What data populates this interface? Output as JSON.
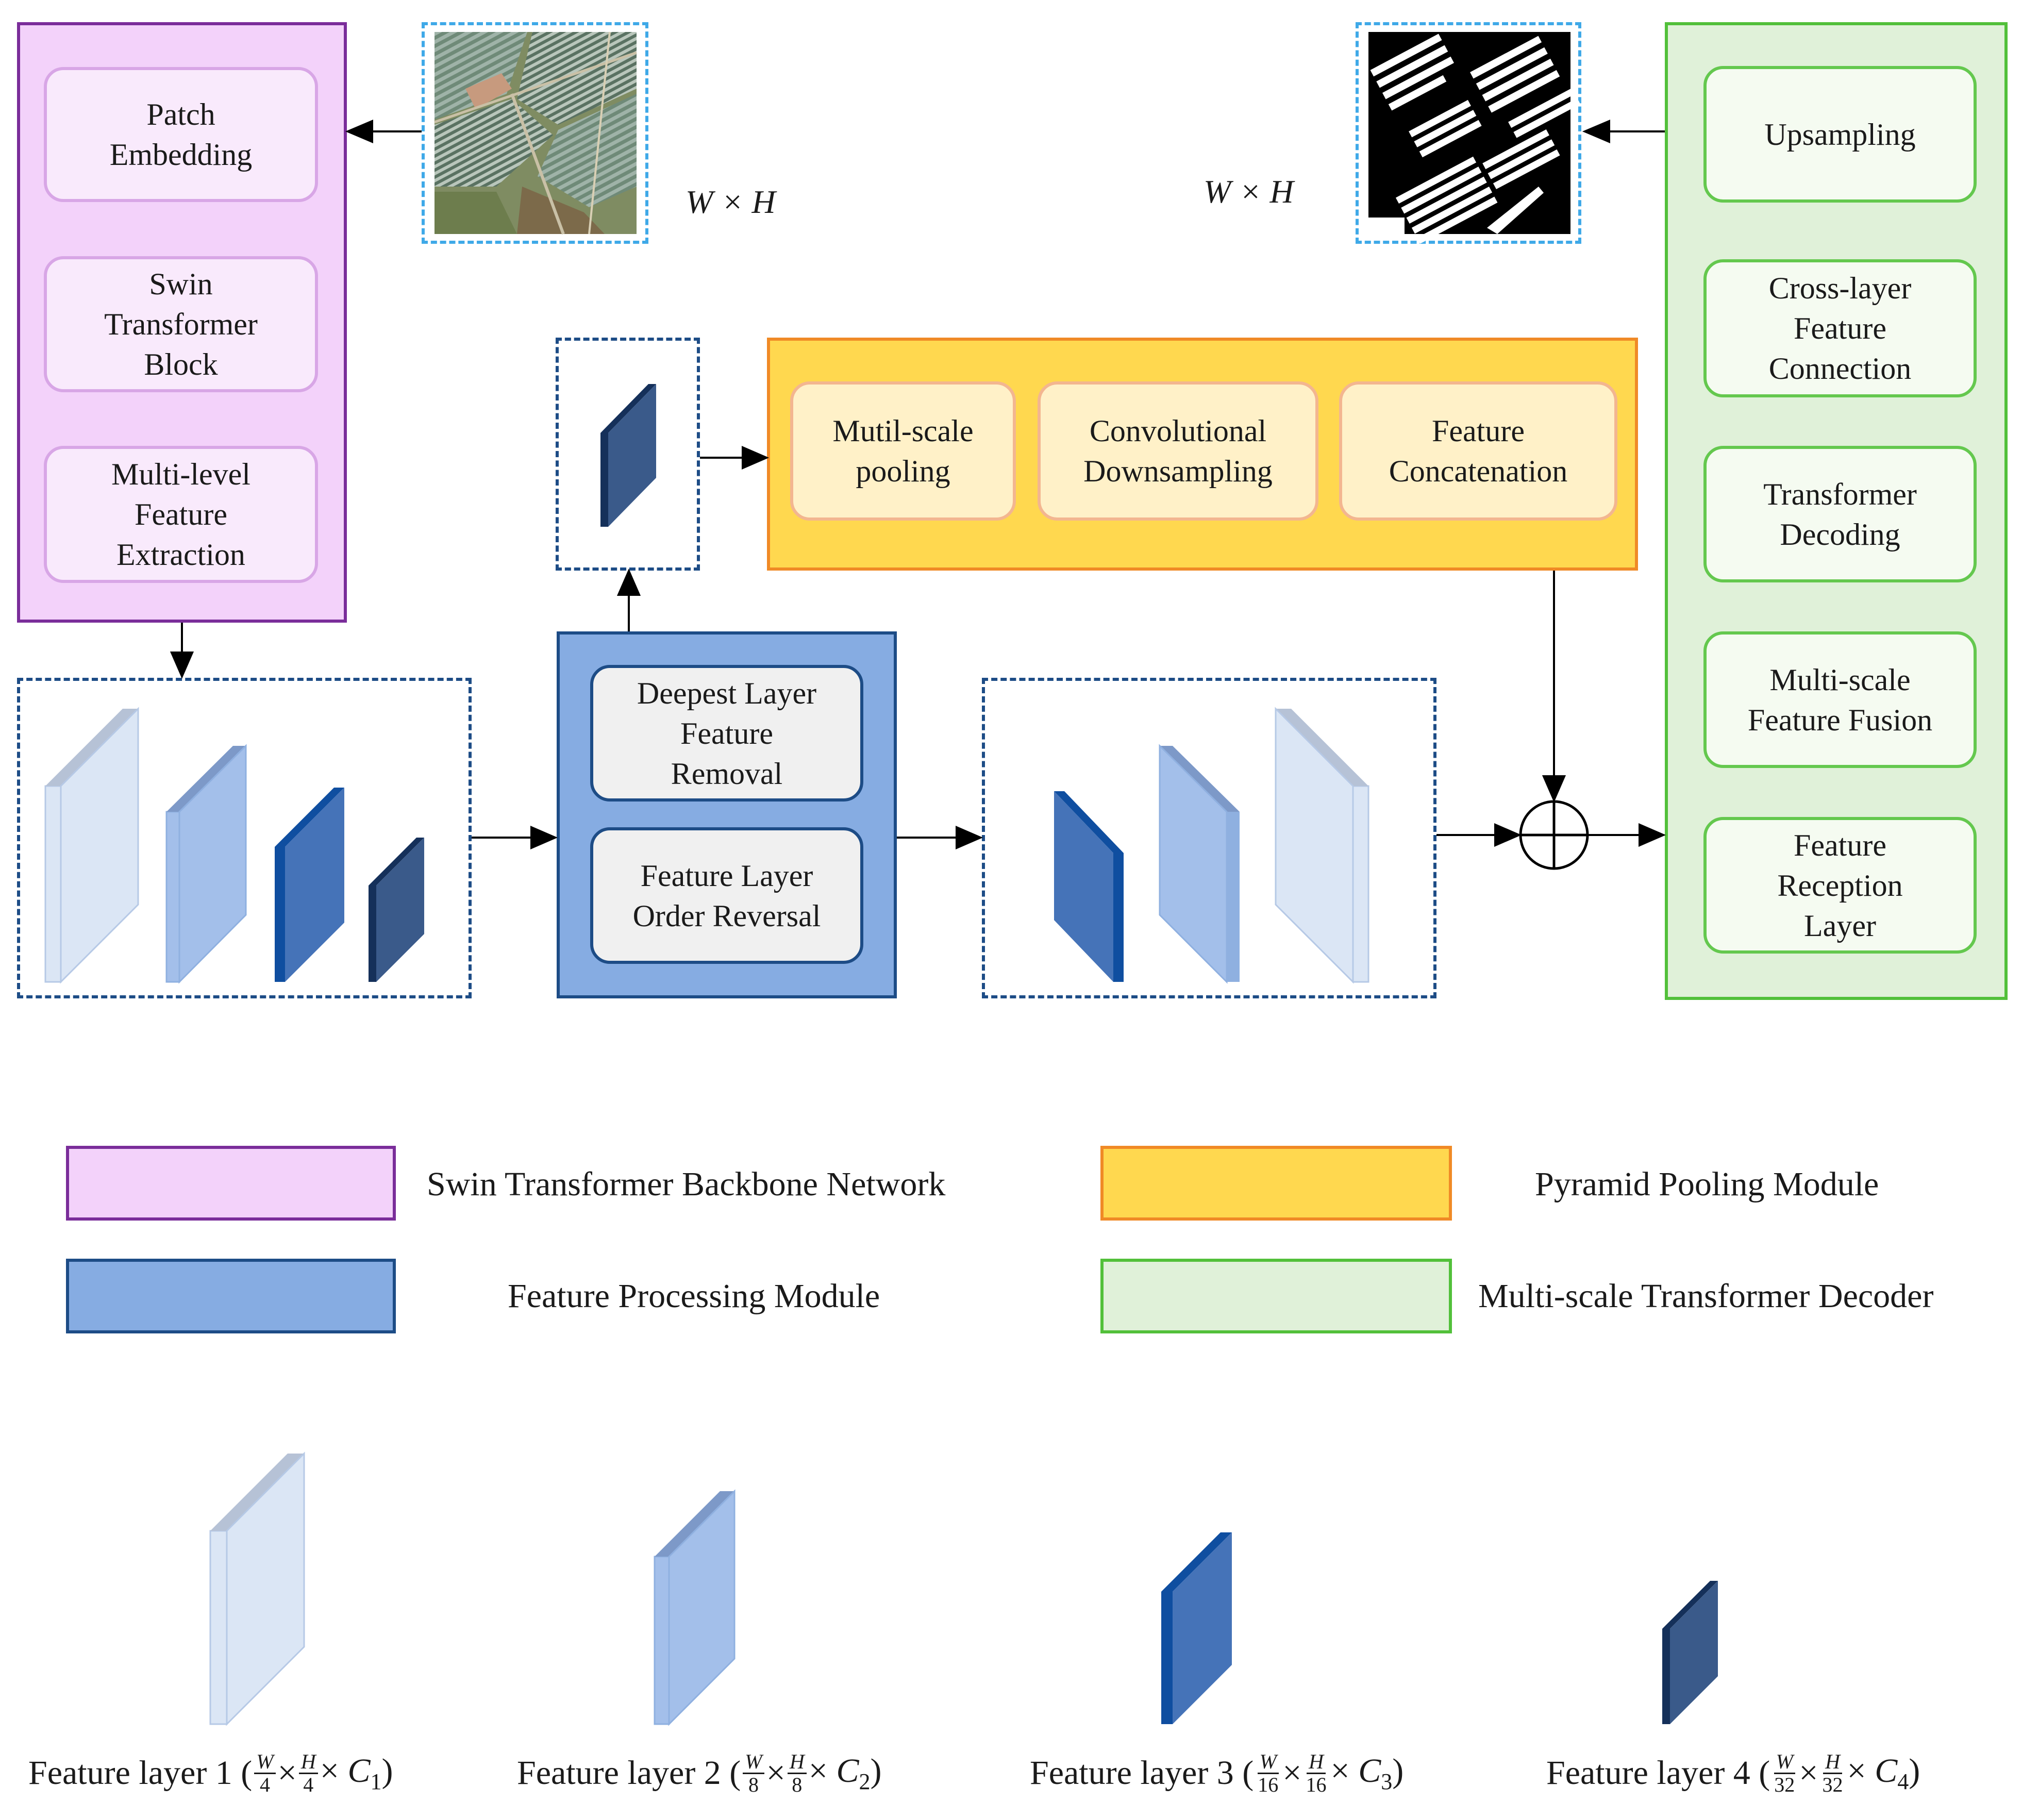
{
  "colors": {
    "purple_fill": "#f3d2fa",
    "purple_border": "#7a2d9a",
    "blue_fill": "#86ace2",
    "blue_border": "#1d4c86",
    "orange_fill": "#ffd84f",
    "orange_border": "#f08a26",
    "green_fill": "#e0f1d9",
    "green_border": "#52c03a",
    "dash_blue": "#1d4c86",
    "dash_cyan": "#3fa9e8",
    "layer1": "#dbe6f5",
    "layer2": "#a3bfea",
    "layer3": "#4573b8",
    "layer4": "#3a5a8a"
  },
  "backbone": {
    "items": [
      "Patch\nEmbedding",
      "Swin\nTransformer\nBlock",
      "Multi-level\nFeature\nExtraction"
    ]
  },
  "processing": {
    "items": [
      "Deepest Layer\nFeature\nRemoval",
      "Feature Layer\nOrder Reversal"
    ]
  },
  "ppm": {
    "items": [
      "Mutil-scale\npooling",
      "Convolutional\nDownsampling",
      "Feature\nConcatenation"
    ]
  },
  "decoder": {
    "items": [
      "Upsampling",
      "Cross-layer\nFeature\nConnection",
      "Transformer\nDecoding",
      "Multi-scale\nFeature Fusion",
      "Feature\nReception\nLayer"
    ]
  },
  "input_size_label": "W × H",
  "output_size_label": "W × H",
  "legend": {
    "backbone": "Swin Transformer Backbone Network",
    "processing": "Feature Processing Module",
    "ppm": "Pyramid Pooling Module",
    "decoder": "Multi-scale Transformer Decoder"
  },
  "feature_layers": [
    {
      "name": "Feature layer 1 (",
      "den": "4",
      "c": "1"
    },
    {
      "name": "Feature layer 2 (",
      "den": "8",
      "c": "2"
    },
    {
      "name": "Feature layer 3 (",
      "den": "16",
      "c": "3"
    },
    {
      "name": "Feature layer 4 (",
      "den": "32",
      "c": "4"
    }
  ]
}
